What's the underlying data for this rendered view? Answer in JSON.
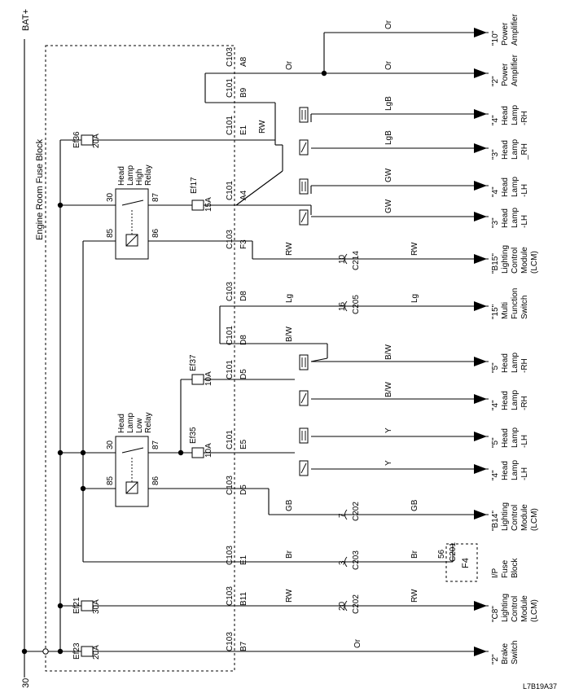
{
  "supply": {
    "top": "BAT+",
    "bottom": "30"
  },
  "fuse_block_label": "Engine Room Fuse Block",
  "diagram_id": "L7B19A37",
  "fuses": [
    {
      "name": "Ef36",
      "rating": "20A"
    },
    {
      "name": "Ef17",
      "rating": "15A"
    },
    {
      "name": "Ef37",
      "rating": "10A"
    },
    {
      "name": "Ef35",
      "rating": "10A"
    },
    {
      "name": "Ef21",
      "rating": "30A"
    },
    {
      "name": "Ef23",
      "rating": "20A"
    }
  ],
  "relays": [
    {
      "label": [
        "Head",
        "Lamp",
        "High",
        "Relay"
      ],
      "pins": [
        "30",
        "87",
        "85",
        "86"
      ]
    },
    {
      "label": [
        "Head",
        "Lamp",
        "Low",
        "Relay"
      ],
      "pins": [
        "30",
        "87",
        "85",
        "86"
      ]
    }
  ],
  "connectors": [
    {
      "conn": "C103",
      "pin": "A8"
    },
    {
      "conn": "C101",
      "pin": "B9"
    },
    {
      "conn": "C101",
      "pin": "E1"
    },
    {
      "conn": "C101",
      "pin": "A4"
    },
    {
      "conn": "C103",
      "pin": "F3"
    },
    {
      "conn": "C103",
      "pin": "D8"
    },
    {
      "conn": "C101",
      "pin": "D8"
    },
    {
      "conn": "C101",
      "pin": "D5"
    },
    {
      "conn": "C101",
      "pin": "E5"
    },
    {
      "conn": "C103",
      "pin": "D5"
    },
    {
      "conn": "C103",
      "pin": "E1"
    },
    {
      "conn": "C103",
      "pin": "B11"
    },
    {
      "conn": "C103",
      "pin": "B7"
    }
  ],
  "wire_colors": [
    "Or",
    "Or",
    "Or",
    "RW",
    "LgB",
    "LgB",
    "GW",
    "GW",
    "RW",
    "RW",
    "Lg",
    "Lg",
    "B/W",
    "B/W",
    "B/W",
    "Y",
    "Y",
    "GB",
    "GB",
    "Br",
    "Br",
    "RW",
    "RW",
    "Or"
  ],
  "inline_connectors": [
    {
      "pin": "10",
      "conn": "C214"
    },
    {
      "pin": "16",
      "conn": "C205"
    },
    {
      "pin": "7",
      "conn": "C202"
    },
    {
      "pin": "3",
      "conn": "C203"
    },
    {
      "pin": "20",
      "conn": "C202"
    }
  ],
  "destinations": [
    {
      "pin": "\"10\"",
      "lines": [
        "Power",
        "Amplifier"
      ]
    },
    {
      "pin": "\"2\"",
      "lines": [
        "Power",
        "Amplifier"
      ]
    },
    {
      "pin": "\"4\"",
      "lines": [
        "Head",
        "Lamp",
        "-RH"
      ]
    },
    {
      "pin": "\"3\"",
      "lines": [
        "Head",
        "Lamp",
        "_RH"
      ]
    },
    {
      "pin": "\"4\"",
      "lines": [
        "Head",
        "Lamp",
        "-LH"
      ]
    },
    {
      "pin": "\"3\"",
      "lines": [
        "Head",
        "Lamp",
        "-LH"
      ]
    },
    {
      "pin": "\"B15\"",
      "lines": [
        "Lighting",
        "Control",
        "Module",
        "(LCM)"
      ]
    },
    {
      "pin": "\"15\"",
      "lines": [
        "Multi",
        "Function",
        "Switch"
      ]
    },
    {
      "pin": "\"5\"",
      "lines": [
        "Head",
        "Lamp",
        "-RH"
      ]
    },
    {
      "pin": "\"4\"",
      "lines": [
        "Head",
        "Lamp",
        "-RH"
      ]
    },
    {
      "pin": "\"5\"",
      "lines": [
        "Head",
        "Lamp",
        "-LH"
      ]
    },
    {
      "pin": "\"4\"",
      "lines": [
        "Head",
        "Lamp",
        "-LH"
      ]
    },
    {
      "pin": "\"B14\"",
      "lines": [
        "Lighting",
        "Control",
        "Module",
        "(LCM)"
      ]
    },
    {
      "pin": "\"C8\"",
      "lines": [
        "Lighting",
        "Control",
        "Module",
        "(LCM)"
      ]
    },
    {
      "pin": "\"2\"",
      "lines": [
        "Brake",
        "Switch"
      ]
    }
  ],
  "ip_fuse_block": {
    "pins": [
      "56",
      "C201"
    ],
    "fuse": "F4",
    "lines": [
      "I/P",
      "Fuse",
      "Block"
    ]
  }
}
